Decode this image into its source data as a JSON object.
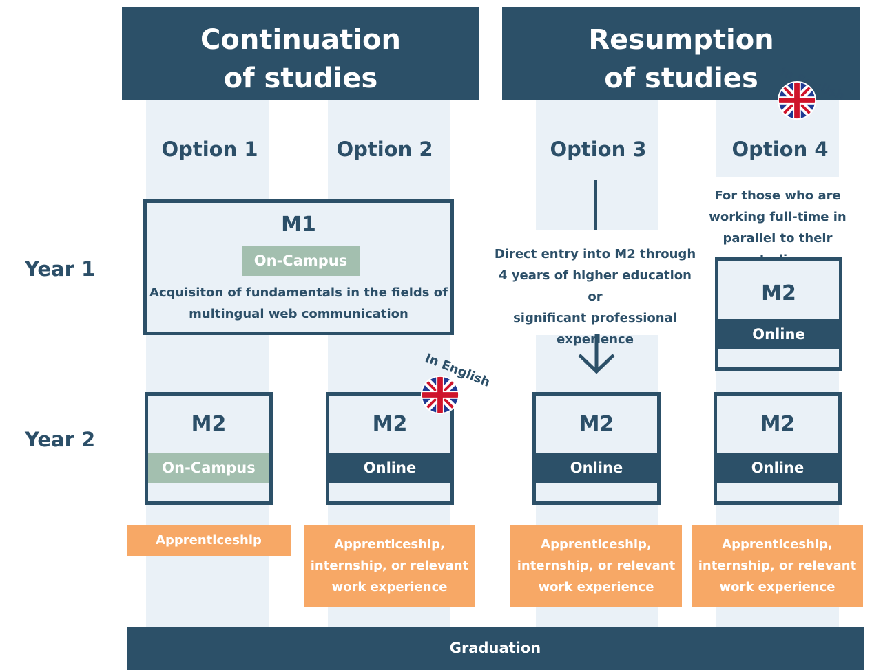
{
  "headers": {
    "continuation": {
      "line1": "Continuation",
      "line2": "of studies"
    },
    "resumption": {
      "line1": "Resumption",
      "line2": "of studies"
    }
  },
  "options": {
    "o1": "Option 1",
    "o2": "Option 2",
    "o3": "Option 3",
    "o4": "Option 4"
  },
  "years": {
    "y1": "Year 1",
    "y2": "Year 2"
  },
  "m1": {
    "title": "M1",
    "mode": "On-Campus",
    "desc_line1": "Acquisiton of fundamentals in the fields of",
    "desc_line2": "multingual web communication"
  },
  "option3_note": {
    "line1": "Direct entry into M2 through",
    "line2": "4 years of higher education or",
    "line3": "significant professional",
    "line4": "experience"
  },
  "option4_note": {
    "line1": "For those who are",
    "line2": "working full-time in",
    "line3": "parallel to their studies"
  },
  "m2_boxes": {
    "o1": {
      "title": "M2",
      "mode": "On-Campus"
    },
    "o2": {
      "title": "M2",
      "mode": "Online"
    },
    "o3": {
      "title": "M2",
      "mode": "Online"
    },
    "o4_year1": {
      "title": "M2",
      "mode": "Online"
    },
    "o4": {
      "title": "M2",
      "mode": "Online"
    }
  },
  "work": {
    "o1": "Apprenticeship",
    "o2": {
      "line1": "Apprenticeship,",
      "line2": "internship, or relevant",
      "line3": "work experience"
    },
    "o3": {
      "line1": "Apprenticeship,",
      "line2": "internship, or relevant",
      "line3": "work experience"
    },
    "o4": {
      "line1": "Apprenticeship,",
      "line2": "internship, or relevant",
      "line3": "work experience"
    }
  },
  "english_tag": "In English",
  "graduation": "Graduation",
  "colors": {
    "navy": "#2c5068",
    "lane": "#eaf1f7",
    "green": "#a3bfaf",
    "orange": "#f7a866"
  },
  "icons": {
    "flag": "uk-flag-icon",
    "arrow": "down-arrow-icon"
  }
}
